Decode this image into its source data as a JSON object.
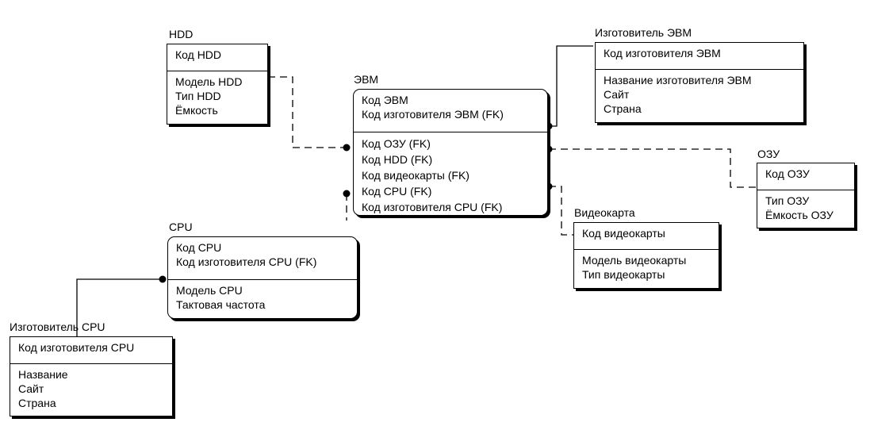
{
  "entities": {
    "hdd": {
      "title": "HDD",
      "keys": [
        "Код HDD"
      ],
      "attrs": [
        "Модель HDD",
        "Тип HDD",
        "Ёмкость"
      ]
    },
    "evm": {
      "title": "ЭВМ",
      "keys": [
        "Код ЭВМ",
        "Код изготовителя ЭВМ (FK)"
      ],
      "attrs": [
        "Код ОЗУ (FK)",
        "Код HDD (FK)",
        "Код видеокарты (FK)",
        "Код CPU (FK)",
        "Код изготовителя CPU (FK)"
      ]
    },
    "maker_evm": {
      "title": "Изготовитель ЭВМ",
      "keys": [
        "Код изготовителя ЭВМ"
      ],
      "attrs": [
        "Название изготовителя ЭВМ",
        "Сайт",
        "Страна"
      ]
    },
    "ozu": {
      "title": "ОЗУ",
      "keys": [
        "Код ОЗУ"
      ],
      "attrs": [
        "Тип ОЗУ",
        "Ёмкость ОЗУ"
      ]
    },
    "video": {
      "title": "Видеокарта",
      "keys": [
        "Код видеокарты"
      ],
      "attrs": [
        "Модель видеокарты",
        "Тип видеокарты"
      ]
    },
    "cpu": {
      "title": "CPU",
      "keys": [
        "Код CPU",
        "Код изготовителя CPU (FK)"
      ],
      "attrs": [
        "Модель CPU",
        "Тактовая частота"
      ]
    },
    "maker_cpu": {
      "title": "Изготовитель CPU",
      "keys": [
        "Код изготовителя CPU"
      ],
      "attrs": [
        "Название",
        "Сайт",
        "Страна"
      ]
    }
  }
}
